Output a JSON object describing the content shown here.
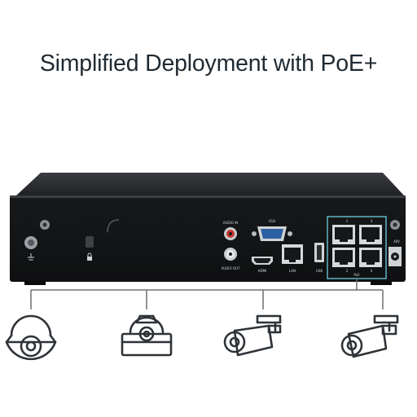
{
  "headline": "Simplified Deployment with PoE+",
  "device": {
    "ports": {
      "audio_in": "AUDIO IN",
      "audio_out": "AUDIO OUT",
      "vga": "VGA",
      "hdmi": "HDMI",
      "lan": "LAN",
      "usb": "USB",
      "poe": "PoE",
      "power": "48V",
      "poe_port_numbers": [
        "1",
        "2",
        "3",
        "4"
      ]
    }
  },
  "cameras": [
    {
      "icon": "dome-camera-icon"
    },
    {
      "icon": "ceiling-dome-camera-icon"
    },
    {
      "icon": "bullet-camera-icon"
    },
    {
      "icon": "bullet-camera-icon"
    }
  ],
  "colors": {
    "highlight": "#5fb6c9",
    "device_body": "#1c1e21",
    "line": "#6b6f73"
  }
}
